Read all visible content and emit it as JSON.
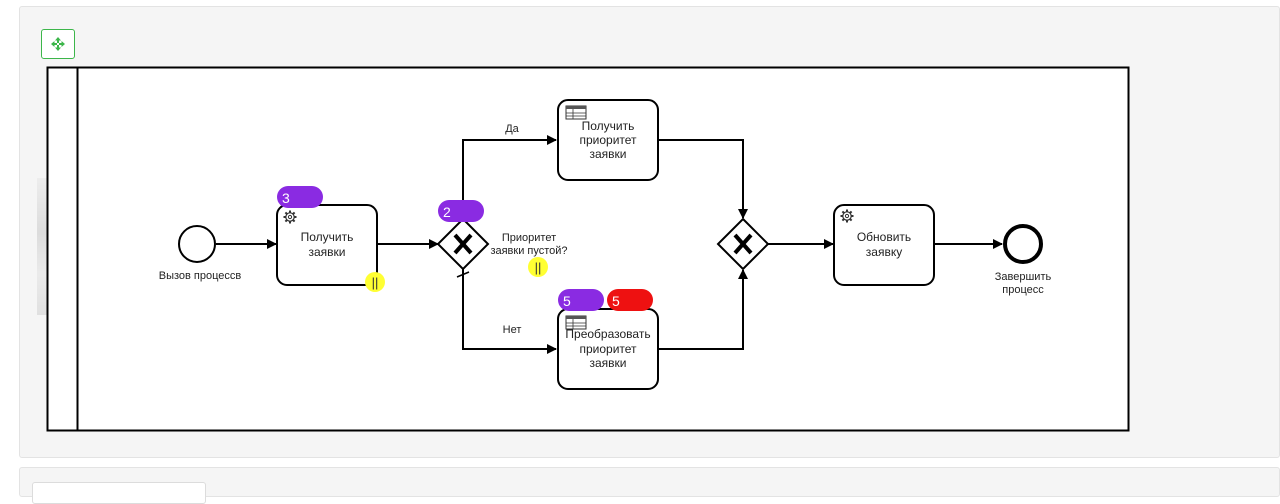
{
  "toolbar": {
    "move_icon": "move-arrows-icon"
  },
  "diagram": {
    "start_event_label": "Вызов процессв",
    "task_get": {
      "line1": "Получить",
      "line2": "заявки"
    },
    "gateway_label": {
      "line1": "Приоритет",
      "line2": "заявки пустой?"
    },
    "flow_yes": "Да",
    "flow_no": "Нет",
    "task_priority": {
      "line1": "Получить",
      "line2": "приоритет",
      "line3": "заявки"
    },
    "task_convert": {
      "line1": "Преобразовать",
      "line2": "приоритет",
      "line3": "заявки"
    },
    "task_update": {
      "line1": "Обновить",
      "line2": "заявку"
    },
    "end_event_label": {
      "line1": "Завершить",
      "line2": "процесс"
    },
    "badges": {
      "task_get": "3",
      "gateway": "2",
      "task_convert_purple": "5",
      "task_convert_red": "5"
    },
    "marker_pause": "||"
  },
  "colors": {
    "purple": "#8a2be2",
    "red": "#ee1111",
    "yellow": "#ffff33",
    "green": "#3cb64a"
  }
}
